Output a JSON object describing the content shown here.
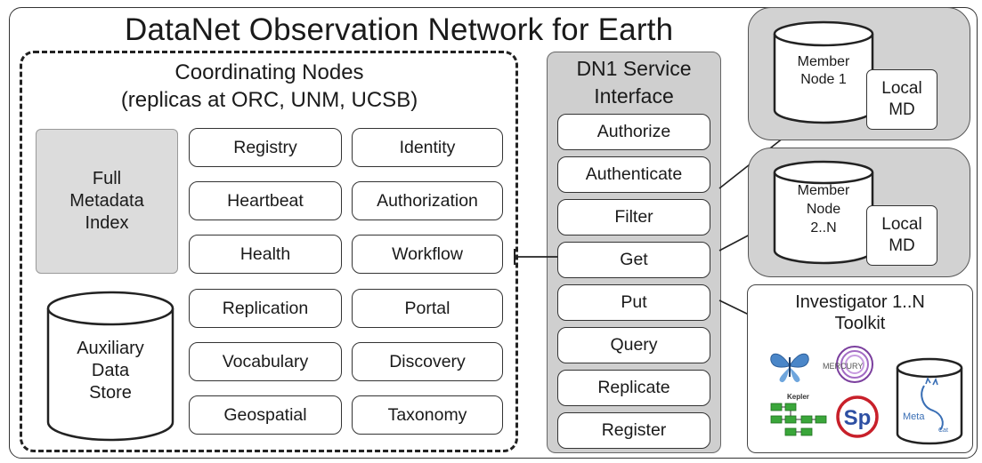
{
  "title": "DataNet Observation Network for Earth",
  "coordinating_nodes": {
    "title_line1": "Coordinating Nodes",
    "title_line2": "(replicas at ORC, UNM, UCSB)",
    "full_metadata_index": [
      "Full",
      "Metadata",
      "Index"
    ],
    "auxiliary_data_store": [
      "Auxiliary",
      "Data",
      "Store"
    ],
    "services_left": [
      "Registry",
      "Heartbeat",
      "Health",
      "Replication",
      "Vocabulary",
      "Geospatial"
    ],
    "services_right": [
      "Identity",
      "Authorization",
      "Workflow",
      "Portal",
      "Discovery",
      "Taxonomy"
    ]
  },
  "service_interface": {
    "title_line1": "DN1 Service",
    "title_line2": "Interface",
    "items": [
      "Authorize",
      "Authenticate",
      "Filter",
      "Get",
      "Put",
      "Query",
      "Replicate",
      "Register"
    ]
  },
  "member_node_1": {
    "label": [
      "Member",
      "Node 1"
    ],
    "local_md": [
      "Local",
      "MD"
    ]
  },
  "member_node_2": {
    "label": [
      "Member",
      "Node",
      "2..N"
    ],
    "local_md": [
      "Local",
      "MD"
    ]
  },
  "investigator_toolkit": {
    "title_line1": "Investigator 1..N",
    "title_line2": "Toolkit",
    "logos": {
      "mercury": "MERCURY",
      "kepler": "Kepler",
      "sp": "Sp",
      "metacat": "Meta",
      "metacat_sub": "Cat"
    }
  },
  "colors": {
    "panel_gray": "#cfcfcf",
    "index_gray": "#dcdcdc",
    "stroke": "#333333",
    "sp_red": "#c8202a",
    "kepler_green": "#3aa63a",
    "metacat_blue": "#3a6fb5",
    "mercury_purple": "#7b3f9e"
  }
}
